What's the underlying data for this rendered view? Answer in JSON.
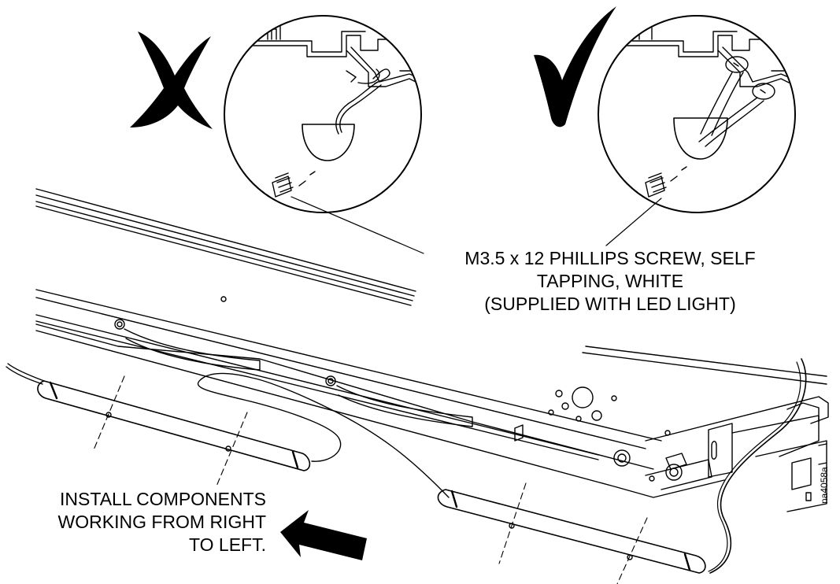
{
  "annotations": {
    "screw_label": [
      "M3.5 x 12 PHILLIPS SCREW, SELF",
      "TAPPING, WHITE",
      "(SUPPLIED WITH LED LIGHT)"
    ],
    "install_label": [
      "INSTALL COMPONENTS",
      "WORKING FROM RIGHT",
      "TO LEFT."
    ],
    "figure_id": "na4058a"
  },
  "symbols": {
    "wrong": "cross-mark-icon",
    "correct": "check-mark-icon",
    "direction": "left-arrow-icon"
  },
  "colors": {
    "ink": "#000000",
    "paper": "#ffffff"
  }
}
